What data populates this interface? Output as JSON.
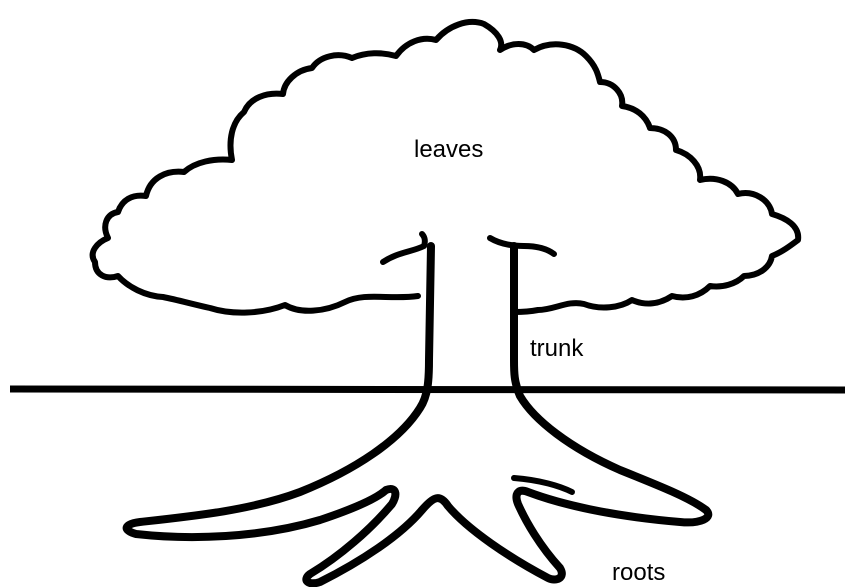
{
  "labels": {
    "leaves": "leaves",
    "trunk": "trunk",
    "roots": "roots"
  },
  "colors": {
    "line": "#000000",
    "background": "#ffffff"
  }
}
